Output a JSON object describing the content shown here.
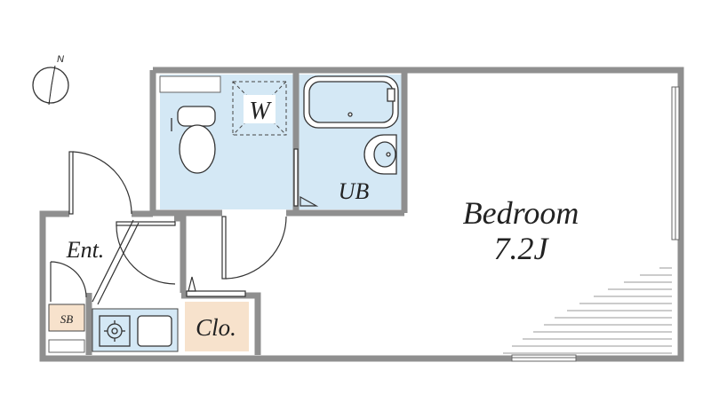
{
  "compass": {
    "label": "N"
  },
  "rooms": {
    "washer": "W",
    "bath": "UB",
    "bedroom": "Bedroom",
    "bedroom_size": "7.2J",
    "entrance": "Ent.",
    "shoe_box": "SB",
    "closet": "Clo."
  },
  "colors": {
    "wall": "#8f8f8f",
    "wet_area": "#d4e8f5",
    "storage": "#f7e2cc",
    "fixture_stroke": "#333333"
  }
}
